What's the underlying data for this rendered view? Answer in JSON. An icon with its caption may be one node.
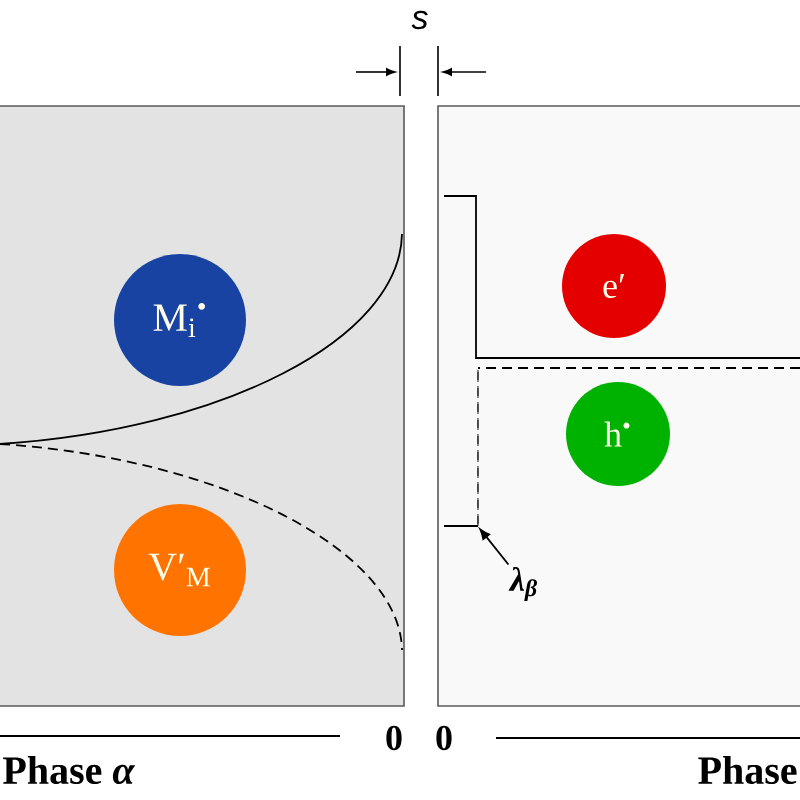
{
  "diagram": {
    "nodes": [
      {
        "text": [],
        "shape": "box"
      },
      {
        "text": [
          "M$_{i}$$^{•}$"
        ],
        "in": 0
      },
      {
        "text": [
          "V′$_{M}$"
        ],
        "in": 0
      },
      {
        "text": [],
        "shape": "box"
      },
      {
        "text": [
          "e′"
        ],
        "in": 3
      },
      {
        "text": [
          "h$^{•}$"
        ],
        "in": 3
      },
      {
        "text": [
          "λ$_{β}$"
        ],
        "in": 3
      },
      {
        "text": [],
        "shape": "line",
        "in": 3
      }
    ],
    "edges": [
      {
        "from": 6,
        "to": 7,
        "arrow": "to"
      }
    ],
    "labels": [
      "s",
      "0",
      "0",
      "Phase *α*",
      "Phase"
    ]
  }
}
